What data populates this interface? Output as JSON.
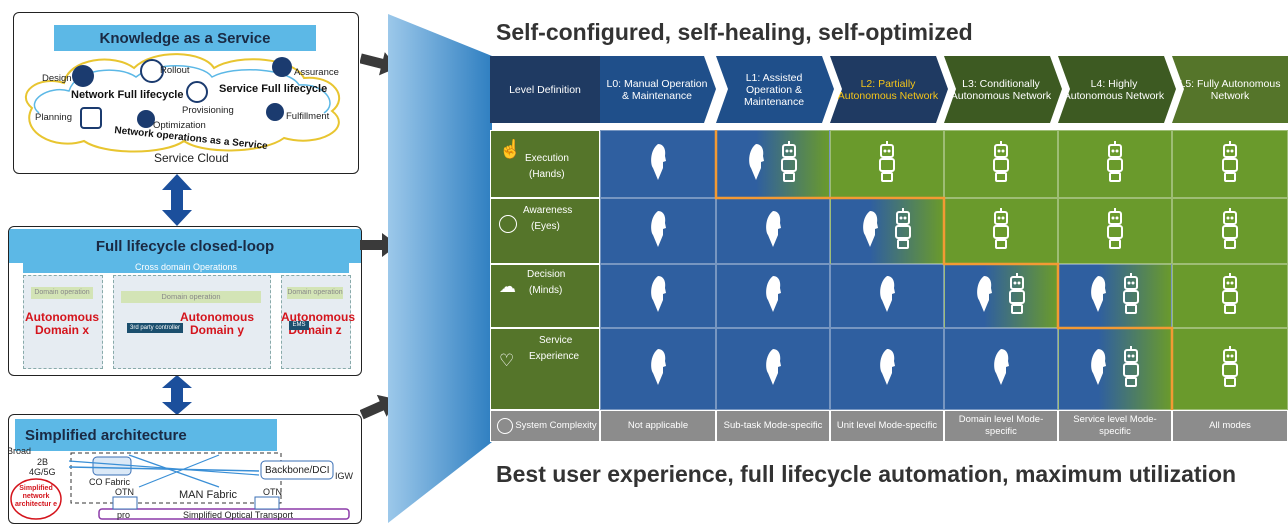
{
  "left": {
    "kaas": {
      "title": "Knowledge as a Service",
      "design": "Design",
      "rollout": "Rollout",
      "assurance": "Assurance",
      "network_full_lifecycle": "Network Full lifecycle",
      "service_full_lifecycle": "Service Full lifecycle",
      "provisioning": "Provisioning",
      "planning": "Planning",
      "optimization": "Optimization",
      "fulfillment": "Fulfillment",
      "network_ops": "Network operations as a Service",
      "service_cloud": "Service Cloud"
    },
    "loop": {
      "title": "Full lifecycle closed-loop",
      "cross_domain": "Cross domain Operations",
      "domain_x": "Autonomous Domain x",
      "domain_y": "Autonomous Domain y",
      "domain_z": "Autonomous Domain z",
      "domain_op": "Domain operation",
      "controller": "3rd party controller",
      "ems": "EMS"
    },
    "arch": {
      "title": "Simplified architecture",
      "broad": "Broad",
      "b2": "2B",
      "g45": "4G/5G",
      "co_fabric": "CO Fabric",
      "man_fabric": "MAN Fabric",
      "backbone": "Backbone/DCI",
      "igw": "IGW",
      "otn1": "OTN",
      "otn2": "OTN",
      "pro": "pro",
      "optical": "Simplified Optical Transport",
      "red_label": "Simplified network architectur e"
    }
  },
  "right": {
    "top_title": "Self-configured, self-healing, self-optimized",
    "bottom_title": "Best user experience, full lifecycle automation, maximum utilization",
    "header": {
      "level_def": "Level Definition",
      "levels": [
        "L0: Manual Operation & Maintenance",
        "L1: Assisted Operation & Maintenance",
        "L2: Partially Autonomous Network",
        "L3: Conditionally Autonomous Network",
        "L4: Highly Autonomous Network",
        "L5: Fully Autonomous Network"
      ]
    },
    "rows": [
      {
        "name": "Execution",
        "sub": "(Hands)",
        "icon": "hand-icon"
      },
      {
        "name": "Awareness",
        "sub": "(Eyes)",
        "icon": "eye-icon"
      },
      {
        "name": "Decision",
        "sub": "(Minds)",
        "icon": "brain-icon"
      },
      {
        "name": "Service",
        "sub": "Experience",
        "icon": "heart-icon"
      }
    ],
    "footer": {
      "label": "System Complexity",
      "values": [
        "Not applicable",
        "Sub-task Mode-specific",
        "Unit level Mode-specific",
        "Domain level Mode-specific",
        "Service level Mode-specific",
        "All modes"
      ]
    },
    "colors": {
      "human": "#2f5fa0",
      "machine": "#6a9a2c",
      "boundary": "#f39a34",
      "highlight": "#f5c518"
    }
  }
}
